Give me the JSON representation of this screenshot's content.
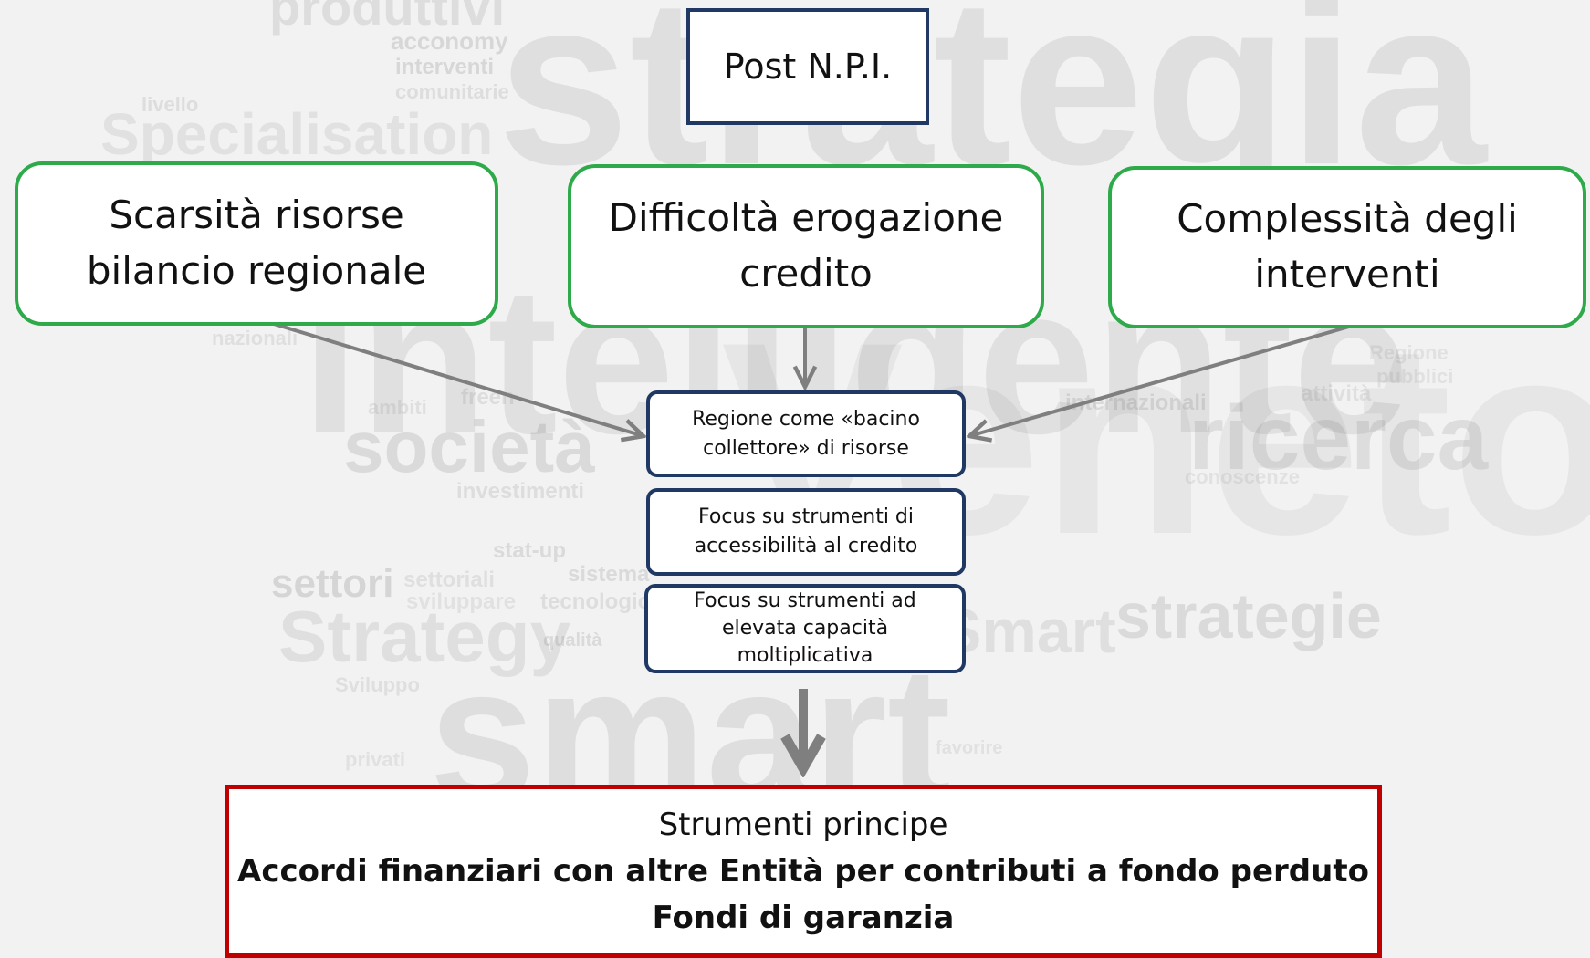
{
  "background_words": [
    "produttivi",
    "acconomy",
    "interventi",
    "comunitarie",
    "livello",
    "Specialisation",
    "strategia",
    "intelligente",
    "Veneto",
    "nazionali",
    "ambiti",
    "freen",
    "società",
    "investimenti",
    "stat-up",
    "settori",
    "settoriali",
    "sviluppare",
    "sistema",
    "tecnologici",
    "Strategy",
    "qualità",
    "Sviluppo",
    "smart",
    "privati",
    "Regione",
    "pubblici",
    "attività",
    "internazionali",
    "ricerca",
    "conoscenze",
    "strategie",
    "Smart",
    "favorire"
  ],
  "top_box": {
    "label": "Post N.P.I."
  },
  "causes": [
    {
      "lines": [
        "Scarsità risorse",
        "bilancio regionale"
      ]
    },
    {
      "lines": [
        "Difficoltà erogazione",
        "credito"
      ]
    },
    {
      "lines": [
        "Complessità degli",
        "interventi"
      ]
    }
  ],
  "steps": [
    {
      "lines": [
        "Regione come «bacino",
        "collettore» di risorse"
      ]
    },
    {
      "lines": [
        "Focus su strumenti di",
        "accessibilità al credito"
      ]
    },
    {
      "lines": [
        "Focus su strumenti ad",
        "elevata capacità",
        "moltiplicativa"
      ]
    }
  ],
  "result": {
    "heading": "Strumenti principe",
    "line1": "Accordi finanziari con altre Entità per contributi a fondo perduto",
    "line2": "Fondi di garanzia"
  },
  "colors": {
    "navy": "#1f3864",
    "green": "#2eaa4a",
    "red": "#c00000",
    "arrow": "#7f7f7f"
  }
}
